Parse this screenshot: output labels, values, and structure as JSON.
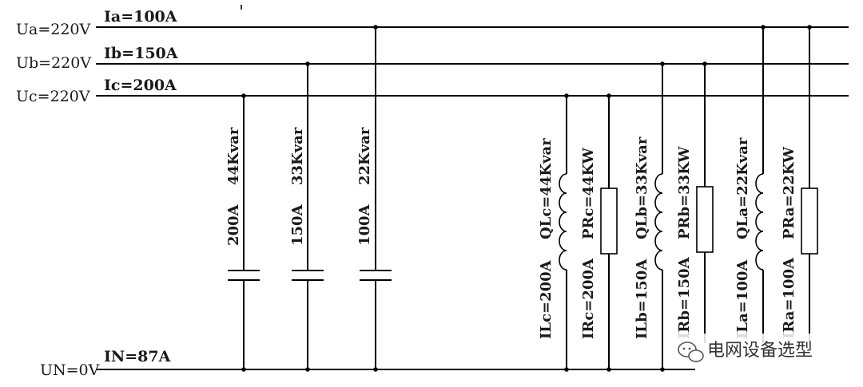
{
  "lines": {
    "ua": {
      "voltage": "Ua=220V",
      "current": "Ia=100A"
    },
    "ub": {
      "voltage": "Ub=220V",
      "current": "Ib=150A"
    },
    "uc": {
      "voltage": "Uc=220V",
      "current": "Ic=200A"
    },
    "un": {
      "voltage": "UN=0V",
      "current": "IN=87A"
    }
  },
  "capacitors": [
    {
      "current": "200A",
      "rating": "44Kvar"
    },
    {
      "current": "150A",
      "rating": "33Kvar"
    },
    {
      "current": "100A",
      "rating": "22Kvar"
    }
  ],
  "loads": [
    {
      "inductor": {
        "rating": "QLc=44Kvar",
        "current": "ILc=200A"
      },
      "resistor": {
        "rating": "PRc=44KW",
        "current": "IRc=200A"
      }
    },
    {
      "inductor": {
        "rating": "QLb=33Kvar",
        "current": "ILb=150A"
      },
      "resistor": {
        "rating": "PRb=33KW",
        "current": "IRb=150A"
      }
    },
    {
      "inductor": {
        "rating": "QLa=22Kvar",
        "current": "ILa=100A"
      },
      "resistor": {
        "rating": "PRa=22KW",
        "current": "IRa=100A"
      }
    }
  ],
  "watermark": {
    "text": "电网设备选型",
    "icon": "wechat-icon"
  }
}
